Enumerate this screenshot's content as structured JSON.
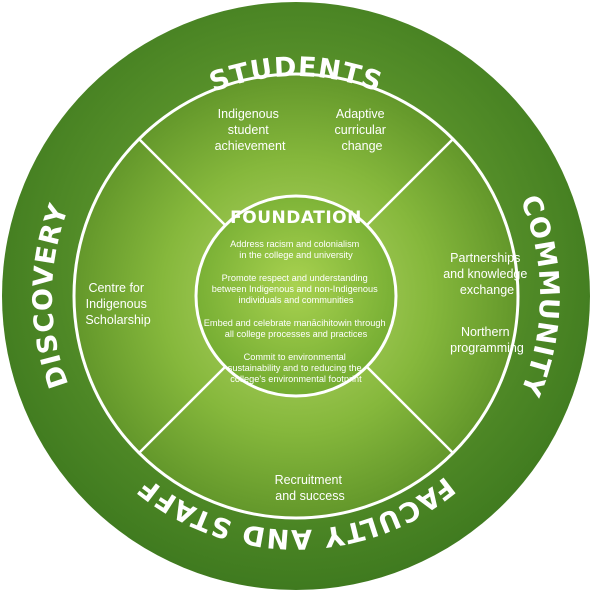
{
  "outer_ring": {
    "top": "STUDENTS",
    "right": "COMMUNITY",
    "bottom": "FACULTY AND STAFF",
    "left": "DISCOVERY"
  },
  "quadrants": {
    "top_left": [
      "Indigenous",
      "student",
      "achievement"
    ],
    "top_right": [
      "Adaptive",
      "curricular",
      "change"
    ],
    "right_upper": [
      "Partnerships",
      "and knowledge",
      "exchange"
    ],
    "right_lower": [
      "Northern",
      "programming"
    ],
    "bottom": [
      "Recruitment",
      "and success"
    ],
    "left": [
      "Centre for",
      "Indigenous",
      "Scholarship"
    ]
  },
  "foundation": {
    "title": "FOUNDATION",
    "items": [
      [
        "Address racism and colonialism",
        "in the college and university"
      ],
      [
        "Promote respect and understanding",
        "between Indigenous and non-Indigenous",
        "individuals and communities"
      ],
      [
        "Embed and celebrate manācihitowin through",
        "all college processes and practices"
      ],
      [
        "Commit to environmental",
        "sustainability and to reducing the",
        "college's environmental footprint"
      ]
    ]
  },
  "colors": {
    "outer_ring": "#62962a",
    "quad_fill": "#8cbf3c",
    "center_fill": "#8dc43e",
    "divider": "#ffffff",
    "text": "#ffffff"
  }
}
